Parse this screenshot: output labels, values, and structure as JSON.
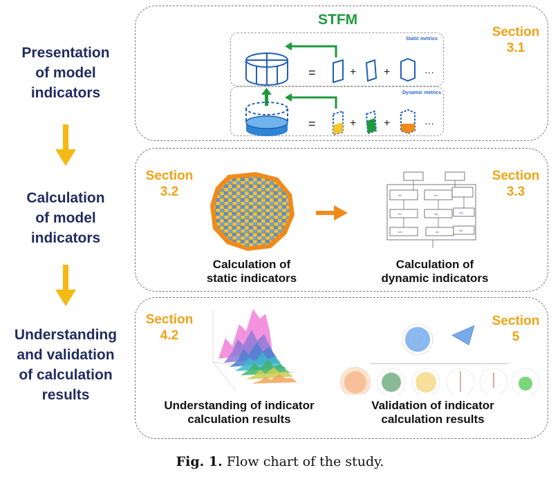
{
  "steps": [
    {
      "label_lines": [
        "Presentation",
        "of model",
        "indicators"
      ]
    },
    {
      "label_lines": [
        "Calculation",
        "of model",
        "indicators"
      ]
    },
    {
      "label_lines": [
        "Understanding",
        "and validation",
        "of calculation",
        "results"
      ]
    }
  ],
  "panel1": {
    "title": "STFM",
    "section": [
      "Section",
      "3.1"
    ],
    "static_tag": "Static metrics",
    "dynamic_tag": "Dynamic metrics",
    "equals": "=",
    "plus": "+",
    "ellipsis": "···"
  },
  "panel2": {
    "section_left": [
      "Section",
      "3.2"
    ],
    "section_right": [
      "Section",
      "3.3"
    ],
    "caption_left": [
      "Calculation of",
      "static indicators"
    ],
    "caption_right": [
      "Calculation of",
      "dynamic indicators"
    ]
  },
  "panel3": {
    "section_left": [
      "Section",
      "4.2"
    ],
    "section_right": [
      "Section",
      "5"
    ],
    "caption_left": [
      "Understanding of indicator",
      "calculation results"
    ],
    "caption_right": [
      "Validation of indicator",
      "calculation results"
    ]
  },
  "figure_caption": {
    "label": "Fig. 1.",
    "text": "Flow chart of the study."
  },
  "colors": {
    "navy": "#1f2b5e",
    "orange": "#f0a315",
    "green": "#1e9a3c",
    "blue": "#2a66c9"
  }
}
